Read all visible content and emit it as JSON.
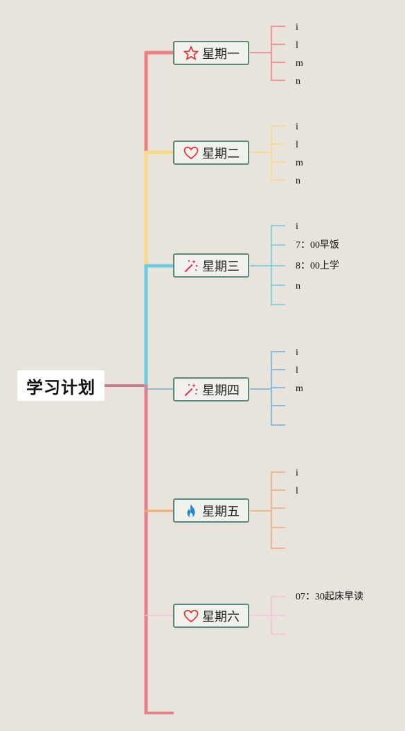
{
  "mindmap": {
    "root": {
      "label": "学习计划"
    },
    "branches": [
      {
        "label": "星期一",
        "icon": "star-icon",
        "color": "#ef7f84",
        "leaves": [
          "i",
          "l",
          "m",
          "n"
        ]
      },
      {
        "label": "星期二",
        "icon": "heart-icon",
        "color": "#f7d885",
        "leaves": [
          "i",
          "l",
          "m",
          "n"
        ]
      },
      {
        "label": "星期三",
        "icon": "magic-wand-icon",
        "color": "#6ccbe0",
        "leaves": [
          "i",
          "7：00早饭",
          "8：00上学",
          "n",
          ""
        ]
      },
      {
        "label": "星期四",
        "icon": "magic-wand-icon",
        "color": "#6ab2e2",
        "leaves": [
          "i",
          "l",
          "m",
          "",
          ""
        ]
      },
      {
        "label": "星期五",
        "icon": "fire-icon",
        "color": "#f0aa6e",
        "leaves": [
          "i",
          "l",
          "",
          "",
          ""
        ]
      },
      {
        "label": "星期六",
        "icon": "heart-icon",
        "color": "#f1c2d8",
        "leaves": [
          "07：30起床早读",
          "",
          ""
        ]
      }
    ],
    "trunk_color": "#e97f88",
    "root_link_color": "#c97f8c",
    "node_border_color": "#5a8a7c"
  }
}
